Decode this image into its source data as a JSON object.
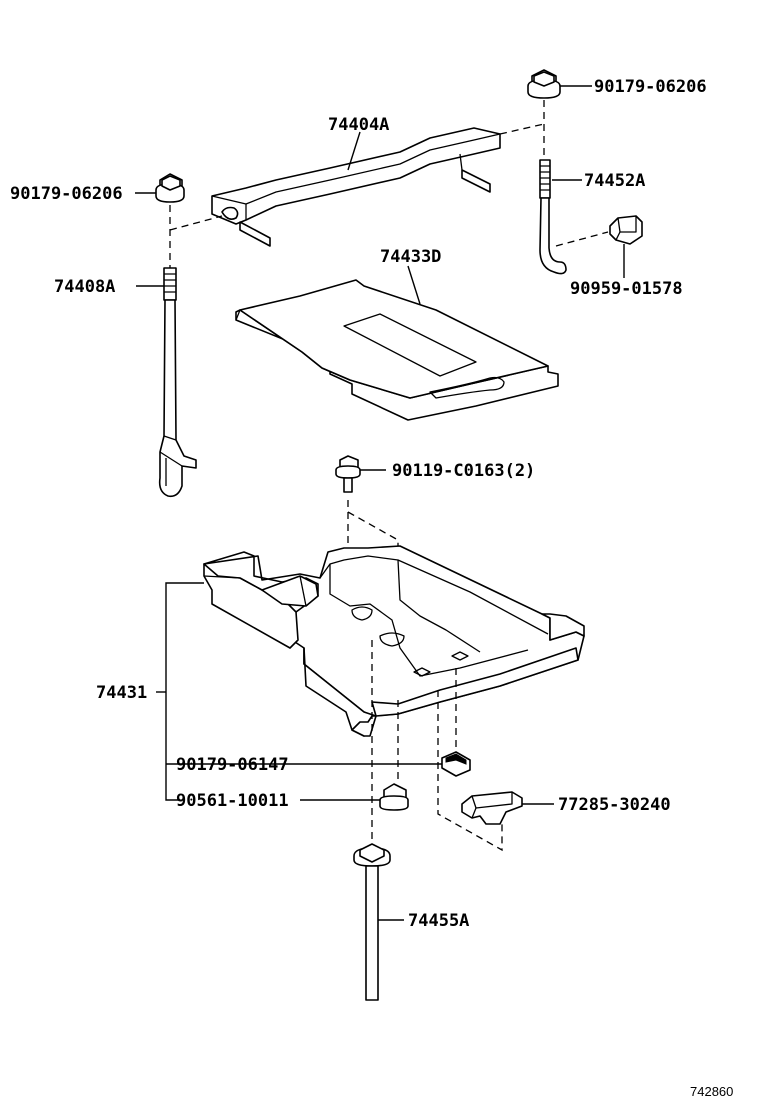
{
  "labels": {
    "nut_top_right": "90179-06206",
    "nut_top_left": "90179-06206",
    "clamp": "74404A",
    "rod_right": "74452A",
    "rod_left": "74408A",
    "clip_top": "90959-01578",
    "sheet": "74433D",
    "bolt": "90119-C0163(2)",
    "tray": "74431",
    "nut_middle": "90179-06147",
    "nut_bottom": "90561-10011",
    "connector": "77285-30240",
    "long_rod": "74455A",
    "ref_code": "742860"
  }
}
